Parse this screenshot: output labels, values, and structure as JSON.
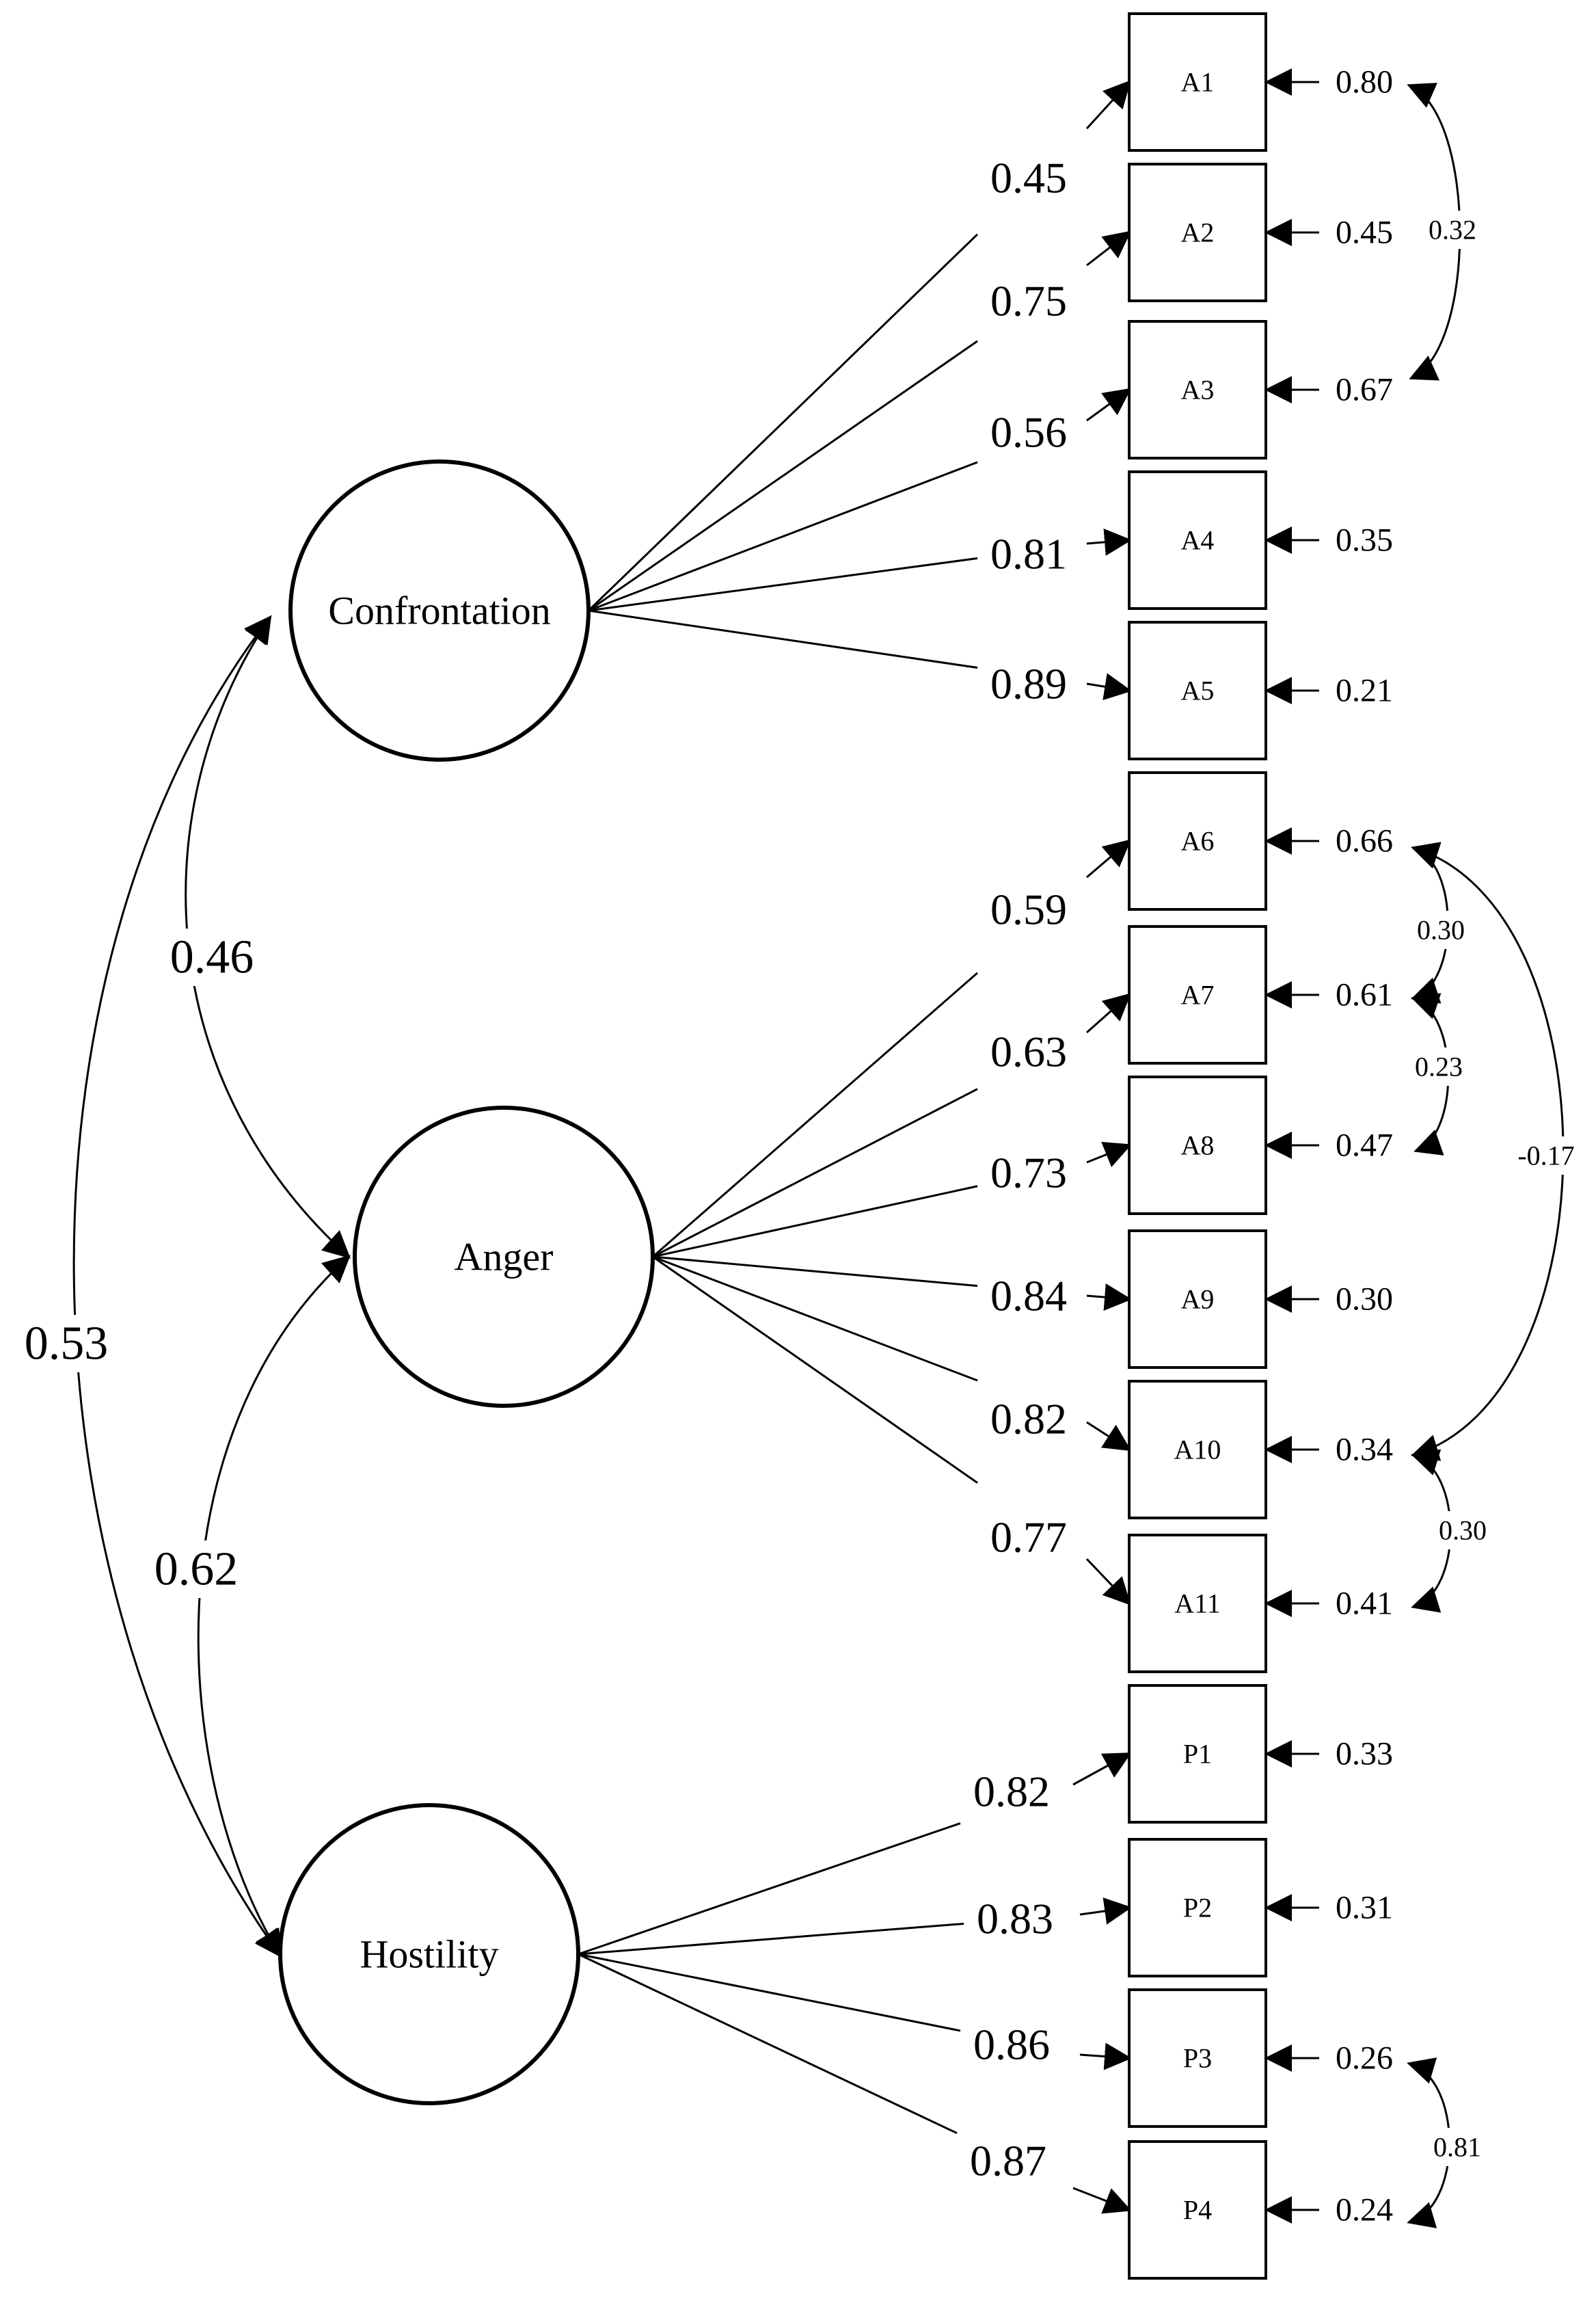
{
  "factors": [
    {
      "id": "confrontation",
      "label": "Confrontation"
    },
    {
      "id": "anger",
      "label": "Anger"
    },
    {
      "id": "hostility",
      "label": "Hostility"
    }
  ],
  "items": [
    {
      "label": "A1",
      "factor": "confrontation",
      "loading": "0.45",
      "error": "0.80"
    },
    {
      "label": "A2",
      "factor": "confrontation",
      "loading": "0.75",
      "error": "0.45"
    },
    {
      "label": "A3",
      "factor": "confrontation",
      "loading": "0.56",
      "error": "0.67"
    },
    {
      "label": "A4",
      "factor": "confrontation",
      "loading": "0.81",
      "error": "0.35"
    },
    {
      "label": "A5",
      "factor": "confrontation",
      "loading": "0.89",
      "error": "0.21"
    },
    {
      "label": "A6",
      "factor": "anger",
      "loading": "0.59",
      "error": "0.66"
    },
    {
      "label": "A7",
      "factor": "anger",
      "loading": "0.63",
      "error": "0.61"
    },
    {
      "label": "A8",
      "factor": "anger",
      "loading": "0.73",
      "error": "0.47"
    },
    {
      "label": "A9",
      "factor": "anger",
      "loading": "0.84",
      "error": "0.30"
    },
    {
      "label": "A10",
      "factor": "anger",
      "loading": "0.82",
      "error": "0.34"
    },
    {
      "label": "A11",
      "factor": "anger",
      "loading": "0.77",
      "error": "0.41"
    },
    {
      "label": "P1",
      "factor": "hostility",
      "loading": "0.82",
      "error": "0.33"
    },
    {
      "label": "P2",
      "factor": "hostility",
      "loading": "0.83",
      "error": "0.31"
    },
    {
      "label": "P3",
      "factor": "hostility",
      "loading": "0.86",
      "error": "0.26"
    },
    {
      "label": "P4",
      "factor": "hostility",
      "loading": "0.87",
      "error": "0.24"
    }
  ],
  "factor_correlations": [
    {
      "from": "confrontation",
      "to": "anger",
      "value": "0.46"
    },
    {
      "from": "anger",
      "to": "hostility",
      "value": "0.62"
    },
    {
      "from": "confrontation",
      "to": "hostility",
      "value": "0.53"
    }
  ],
  "error_correlations": [
    {
      "from": "A1",
      "to": "A3",
      "value": "0.32"
    },
    {
      "from": "A6",
      "to": "A7",
      "value": "0.30"
    },
    {
      "from": "A7",
      "to": "A8",
      "value": "0.23"
    },
    {
      "from": "A6",
      "to": "A10",
      "value": "-0.17"
    },
    {
      "from": "A10",
      "to": "A11",
      "value": "0.30"
    },
    {
      "from": "P3",
      "to": "P4",
      "value": "0.81"
    }
  ]
}
